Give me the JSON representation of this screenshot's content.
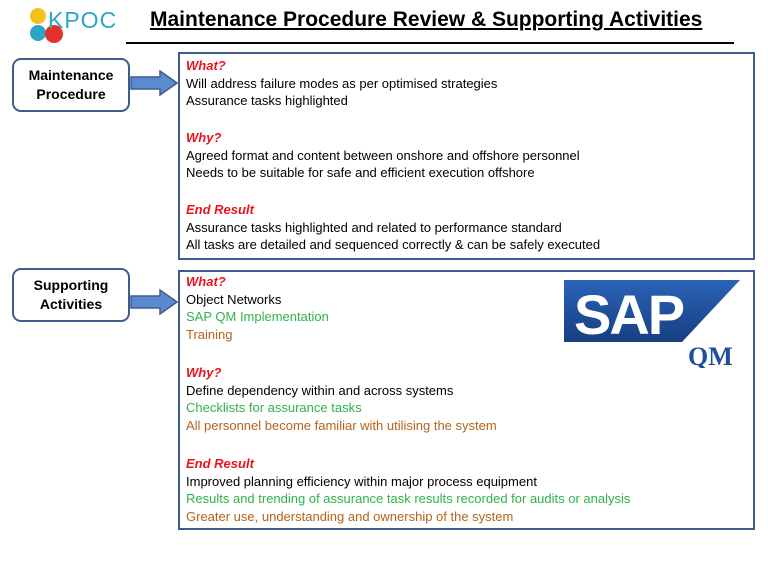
{
  "logo": {
    "text": "KPOC"
  },
  "title": "Maintenance Procedure Review & Supporting Activities",
  "maintenance": {
    "label": "Maintenance Procedure",
    "what_heading": "What?",
    "what_lines": [
      "Will address failure modes as per optimised strategies",
      "Assurance tasks highlighted"
    ],
    "why_heading": "Why?",
    "why_lines": [
      "Agreed format and content between onshore and offshore personnel",
      "Needs to be suitable for safe and efficient execution offshore"
    ],
    "result_heading": "End Result",
    "result_lines": [
      "Assurance tasks highlighted and related to performance standard",
      "All tasks are detailed and sequenced correctly & can be safely executed"
    ]
  },
  "supporting": {
    "label": "Supporting Activities",
    "what_heading": "What?",
    "what_lines": [
      "Object Networks",
      "SAP QM Implementation",
      "Training"
    ],
    "why_heading": "Why?",
    "why_lines": [
      "Define dependency within and across systems",
      "Checklists for assurance tasks",
      "All personnel become familiar with utilising the system"
    ],
    "result_heading": "End Result",
    "result_lines": [
      "Improved planning efficiency within major process equipment",
      "Results and trending of assurance task results recorded for audits or analysis",
      "Greater use, understanding and ownership of the system"
    ]
  },
  "sap_logo": {
    "brand": "SAP",
    "module": "QM"
  },
  "colors": {
    "heading": "#e8141c",
    "green": "#2fb34a",
    "brown": "#b8621a",
    "border": "#3e5d8c",
    "sap_blue": "#1f4e9c"
  }
}
